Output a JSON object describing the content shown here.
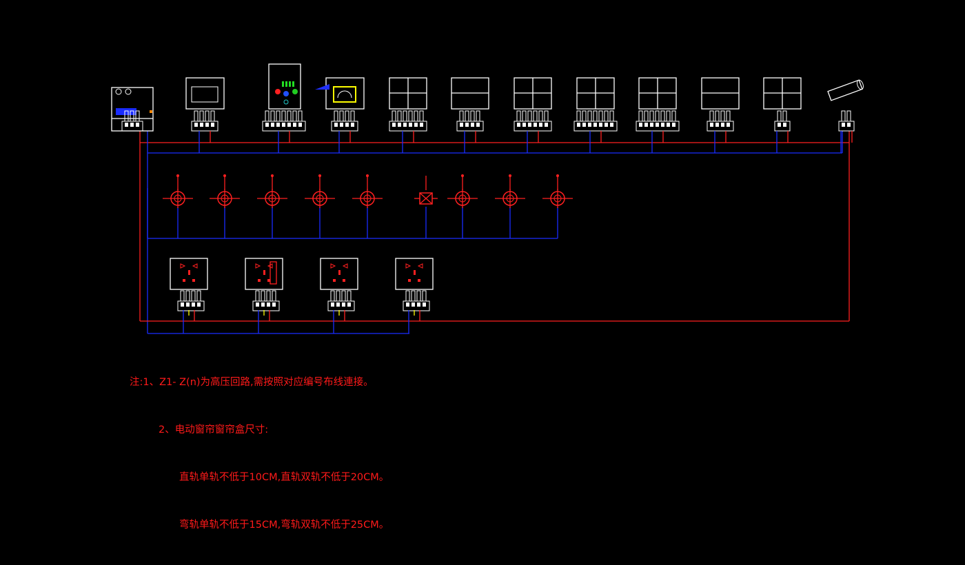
{
  "diagram": {
    "background": "#000000",
    "colors": {
      "phase": "#ff2020",
      "neutral": "#1a2cff",
      "earth": "#ffff00",
      "frame": "#ffffff",
      "device": "#ff2020"
    },
    "devices": [
      {
        "id": "main-controller",
        "icon": "controller-icon"
      },
      {
        "id": "screen-panel",
        "icon": "screen-icon"
      },
      {
        "id": "host-panel",
        "icon": "host-panel-icon"
      },
      {
        "id": "gauge-panel",
        "icon": "gauge-icon"
      },
      {
        "id": "switch-panel-4key-a",
        "icon": "four-key-switch-icon"
      },
      {
        "id": "switch-panel-2key-a",
        "icon": "two-key-switch-icon"
      },
      {
        "id": "switch-panel-4key-b",
        "icon": "four-key-switch-icon"
      },
      {
        "id": "switch-panel-4key-c",
        "icon": "four-key-switch-icon"
      },
      {
        "id": "switch-panel-4key-d",
        "icon": "four-key-switch-icon"
      },
      {
        "id": "switch-panel-2key-b",
        "icon": "two-key-switch-icon"
      },
      {
        "id": "switch-panel-4key-e",
        "icon": "four-key-switch-icon"
      },
      {
        "id": "curtain-motor",
        "icon": "curtain-motor-icon"
      }
    ],
    "lights": [
      {
        "icon": "lamp-icon"
      },
      {
        "icon": "lamp-icon"
      },
      {
        "icon": "lamp-icon"
      },
      {
        "icon": "lamp-icon"
      },
      {
        "icon": "lamp-icon"
      },
      {
        "icon": "exhaust-fan-icon"
      },
      {
        "icon": "lamp-icon"
      },
      {
        "icon": "lamp-icon"
      },
      {
        "icon": "lamp-icon"
      }
    ],
    "sockets": [
      {
        "icon": "socket-icon",
        "variant": "plain"
      },
      {
        "icon": "socket-icon",
        "variant": "with-switch"
      },
      {
        "icon": "socket-icon",
        "variant": "plain"
      },
      {
        "icon": "socket-icon",
        "variant": "plain"
      }
    ]
  },
  "notes": {
    "line1": "注:1、Z1- Z(n)为高压回路,需按照对应编号布线連接。",
    "line2": "2、电动窗帘窗帘盒尺寸:",
    "line3": "直轨单轨不低于10CM,直轨双轨不低于20CM。",
    "line4": "弯轨单轨不低于15CM,弯轨双轨不低于25CM。"
  }
}
